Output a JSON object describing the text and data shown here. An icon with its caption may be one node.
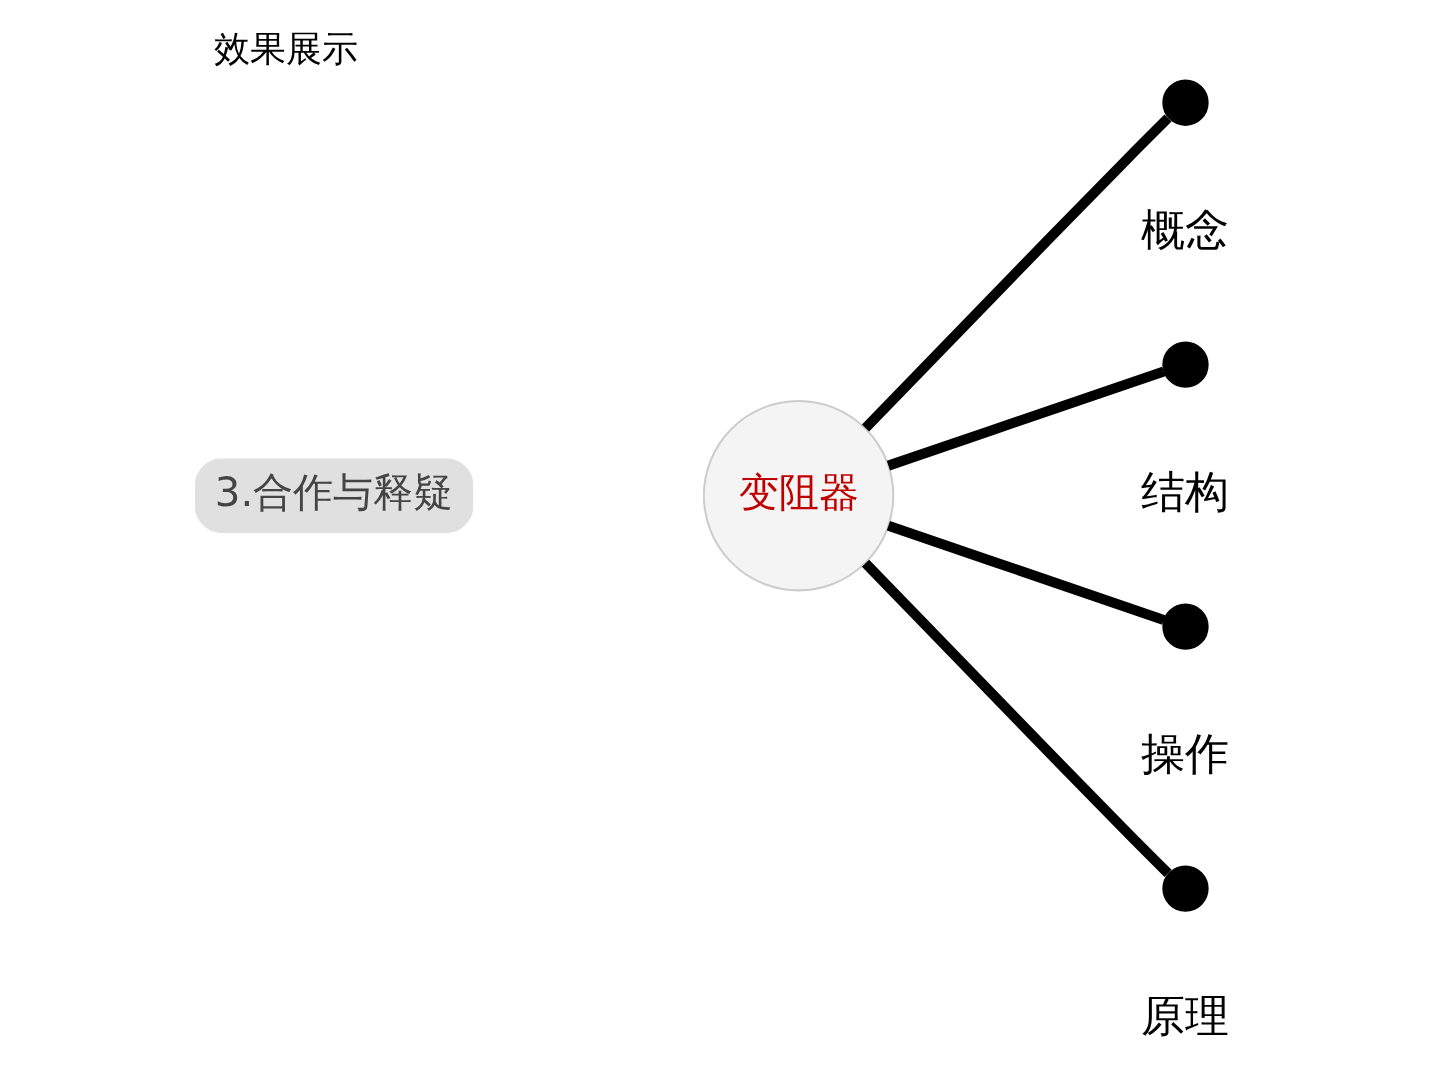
{
  "diagram": {
    "title": "效果展示",
    "nodes": [
      {
        "text": [
          "变阻器"
        ]
      },
      {
        "text": [],
        "shape": "circle",
        "beside": [
          "概念"
        ]
      },
      {
        "text": [],
        "shape": "circle",
        "beside": [
          "结构"
        ]
      },
      {
        "text": [],
        "shape": "circle",
        "beside": [
          "操作"
        ]
      },
      {
        "text": [],
        "shape": "circle",
        "beside": [
          "原理"
        ]
      }
    ],
    "edges": [
      {
        "from": 0,
        "to": 1,
        "arrow": "none"
      },
      {
        "from": 0,
        "to": 2,
        "arrow": "none"
      },
      {
        "from": 0,
        "to": 3,
        "arrow": "none"
      },
      {
        "from": 0,
        "to": 4,
        "arrow": "none"
      }
    ],
    "labels": [
      "3.合作与释疑"
    ]
  }
}
